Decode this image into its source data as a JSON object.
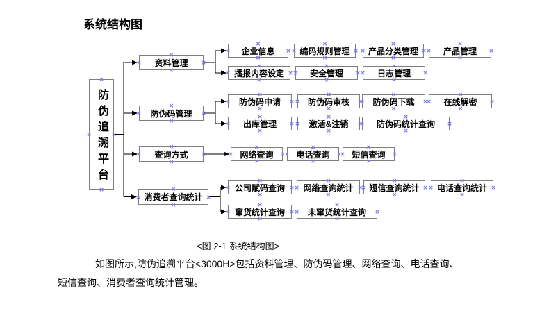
{
  "title": "系统结构图",
  "caption": "<图 2-1 系统结构图>",
  "paragraph": {
    "line1": "如图所示,防伪追溯平台<3000H>包括资料管理、防伪码管理、网络查询、电话查询、",
    "line2": "短信查询、消费者查询统计管理。"
  },
  "colors": {
    "box_border": "#7f7f7f",
    "connector": "#000000",
    "connection_mark": "#7b7bf5",
    "text": "#000000",
    "background": "#ffffff"
  },
  "diagram": {
    "nodes": [
      {
        "id": "anti-fake-trace-platform",
        "label": "防伪追溯平台"
      },
      {
        "id": "data-management",
        "label": "资料管理"
      },
      {
        "id": "enterprise-info",
        "label": "企业信息"
      },
      {
        "id": "coding-rule-management",
        "label": "编码规则管理"
      },
      {
        "id": "product-category-management",
        "label": "产品分类管理"
      },
      {
        "id": "product-management",
        "label": "产品管理"
      },
      {
        "id": "broadcast-content-setting",
        "label": "播报内容设定"
      },
      {
        "id": "security-management",
        "label": "安全管理"
      },
      {
        "id": "log-management",
        "label": "日志管理"
      },
      {
        "id": "anti-fake-code-management",
        "label": "防伪码管理"
      },
      {
        "id": "code-apply",
        "label": "防伪码申请"
      },
      {
        "id": "code-review",
        "label": "防伪码审核"
      },
      {
        "id": "code-download",
        "label": "防伪码下载"
      },
      {
        "id": "online-decrypt",
        "label": "在线解密"
      },
      {
        "id": "outbound-management",
        "label": "出库管理"
      },
      {
        "id": "activate-deactivate",
        "label": "激活&注销"
      },
      {
        "id": "code-statistics-query",
        "label": "防伪码统计查询"
      },
      {
        "id": "query-methods",
        "label": "查询方式"
      },
      {
        "id": "web-query",
        "label": "网络查询"
      },
      {
        "id": "phone-query",
        "label": "电话查询"
      },
      {
        "id": "sms-query",
        "label": "短信查询"
      },
      {
        "id": "consumer-query-statistics",
        "label": "消费者查询统计"
      },
      {
        "id": "company-coding-query",
        "label": "公司赋码查询"
      },
      {
        "id": "web-query-statistics",
        "label": "网络查询统计"
      },
      {
        "id": "sms-query-statistics",
        "label": "短信查询统计"
      },
      {
        "id": "phone-query-statistics",
        "label": "电话查询统计"
      },
      {
        "id": "diverted-goods-statistics-query",
        "label": "窜货统计查询"
      },
      {
        "id": "non-diverted-goods-statistics-query",
        "label": "未窜货统计查询"
      }
    ],
    "hierarchy": [
      {
        "branch": "资料管理",
        "children": [
          "企业信息",
          "编码规则管理",
          "产品分类管理",
          "产品管理",
          "播报内容设定",
          "安全管理",
          "日志管理"
        ]
      },
      {
        "branch": "防伪码管理",
        "children": [
          "防伪码申请",
          "防伪码审核",
          "防伪码下载",
          "在线解密",
          "出库管理",
          "激活&注销",
          "防伪码统计查询"
        ]
      },
      {
        "branch": "查询方式",
        "children": [
          "网络查询",
          "电话查询",
          "短信查询"
        ]
      },
      {
        "branch": "消费者查询统计",
        "children": [
          "公司赋码查询",
          "网络查询统计",
          "短信查询统计",
          "电话查询统计",
          "窜货统计查询",
          "未窜货统计查询"
        ]
      }
    ],
    "root_label": "防伪追溯平台"
  }
}
